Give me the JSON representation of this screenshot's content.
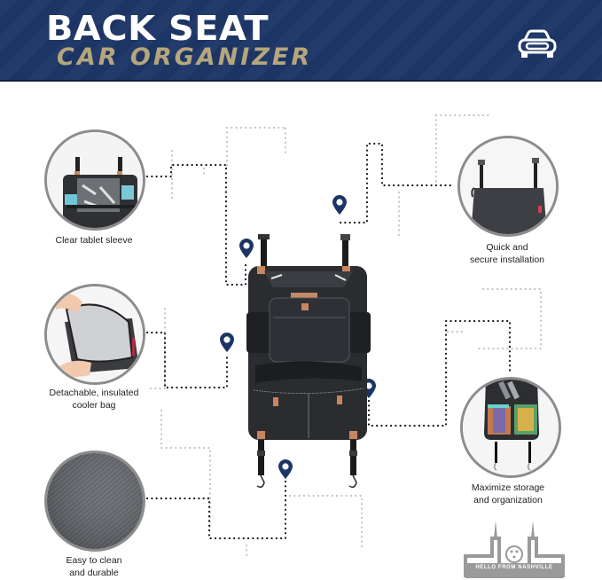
{
  "banner": {
    "title": "BACK SEAT",
    "subtitle": "CAR ORGANIZER",
    "icon": "car-front-icon",
    "background_color": "#1c3565",
    "title_color": "#ffffff",
    "subtitle_color": "#b5a77c"
  },
  "features": [
    {
      "label_line1": "Clear tablet sleeve",
      "label_line2": "",
      "image": "tablet-sleeve-organizer"
    },
    {
      "label_line1": "Quick and",
      "label_line2": "secure installation",
      "image": "seat-back-cover-straps"
    },
    {
      "label_line1": "Detachable, insulated",
      "label_line2": "cooler bag",
      "image": "insulated-cooler-bag"
    },
    {
      "label_line1": "Maximize storage",
      "label_line2": "and organization",
      "image": "storage-pockets"
    },
    {
      "label_line1": "Easy to clean",
      "label_line2": "and durable",
      "image": "fabric-texture"
    }
  ],
  "product": {
    "image": "back-seat-car-organizer"
  },
  "badge": {
    "text": "HELLO FROM NASHVILLE",
    "icon": "nashville-skyline-icon"
  },
  "colors": {
    "pin": "#1c3565",
    "dots_dark": "#1a1a1a",
    "dots_light": "#c4c4c4",
    "circle_border": "#8c8c8c"
  }
}
